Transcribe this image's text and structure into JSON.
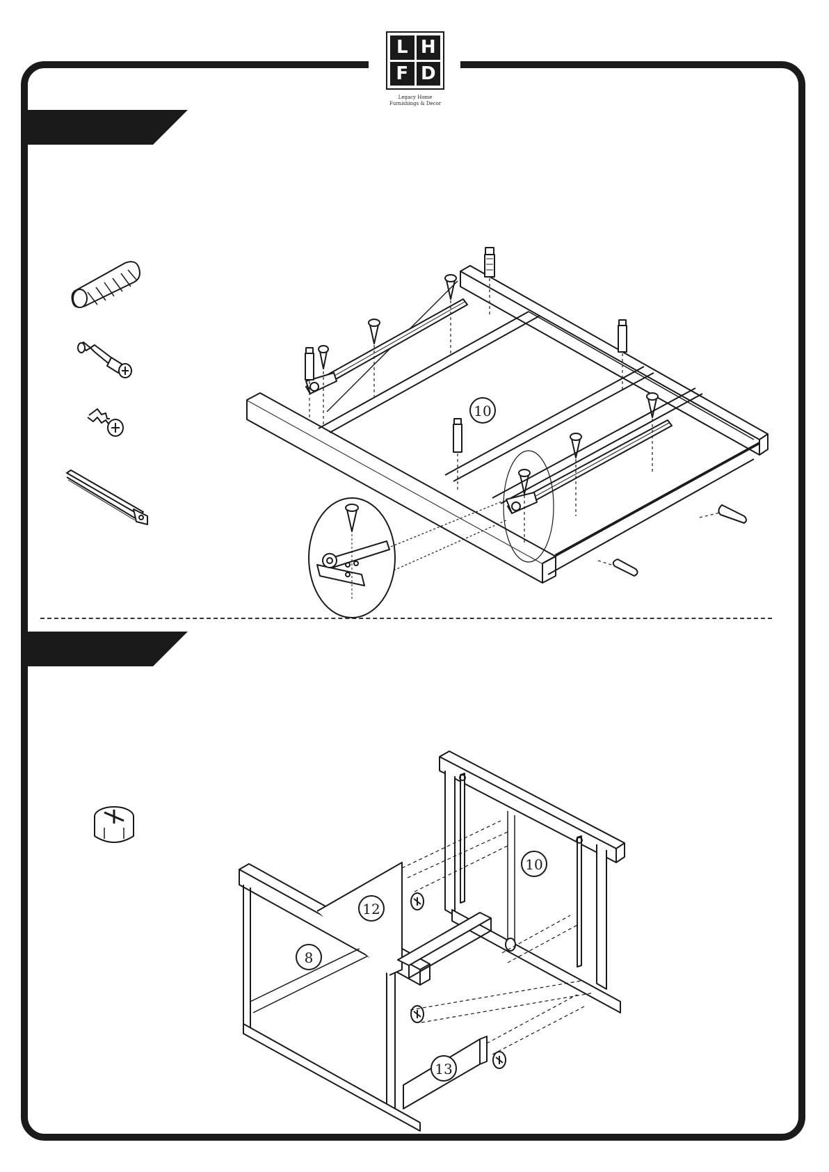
{
  "logo": {
    "letters": [
      "L",
      "H",
      "F",
      "D"
    ],
    "line1": "Legacy Home",
    "line2": "Furnishings & Decor"
  },
  "step1": {
    "hardware_icons": [
      "wooden-dowel-icon",
      "cam-bolt-icon",
      "wood-screw-icon",
      "drawer-slide-icon"
    ],
    "part_labels": [
      "10"
    ]
  },
  "step2": {
    "hardware_icons": [
      "cam-lock-nut-icon"
    ],
    "part_labels": [
      "10",
      "12",
      "8",
      "13"
    ]
  },
  "colors": {
    "ink": "#1a1a1a",
    "paper": "#ffffff"
  }
}
